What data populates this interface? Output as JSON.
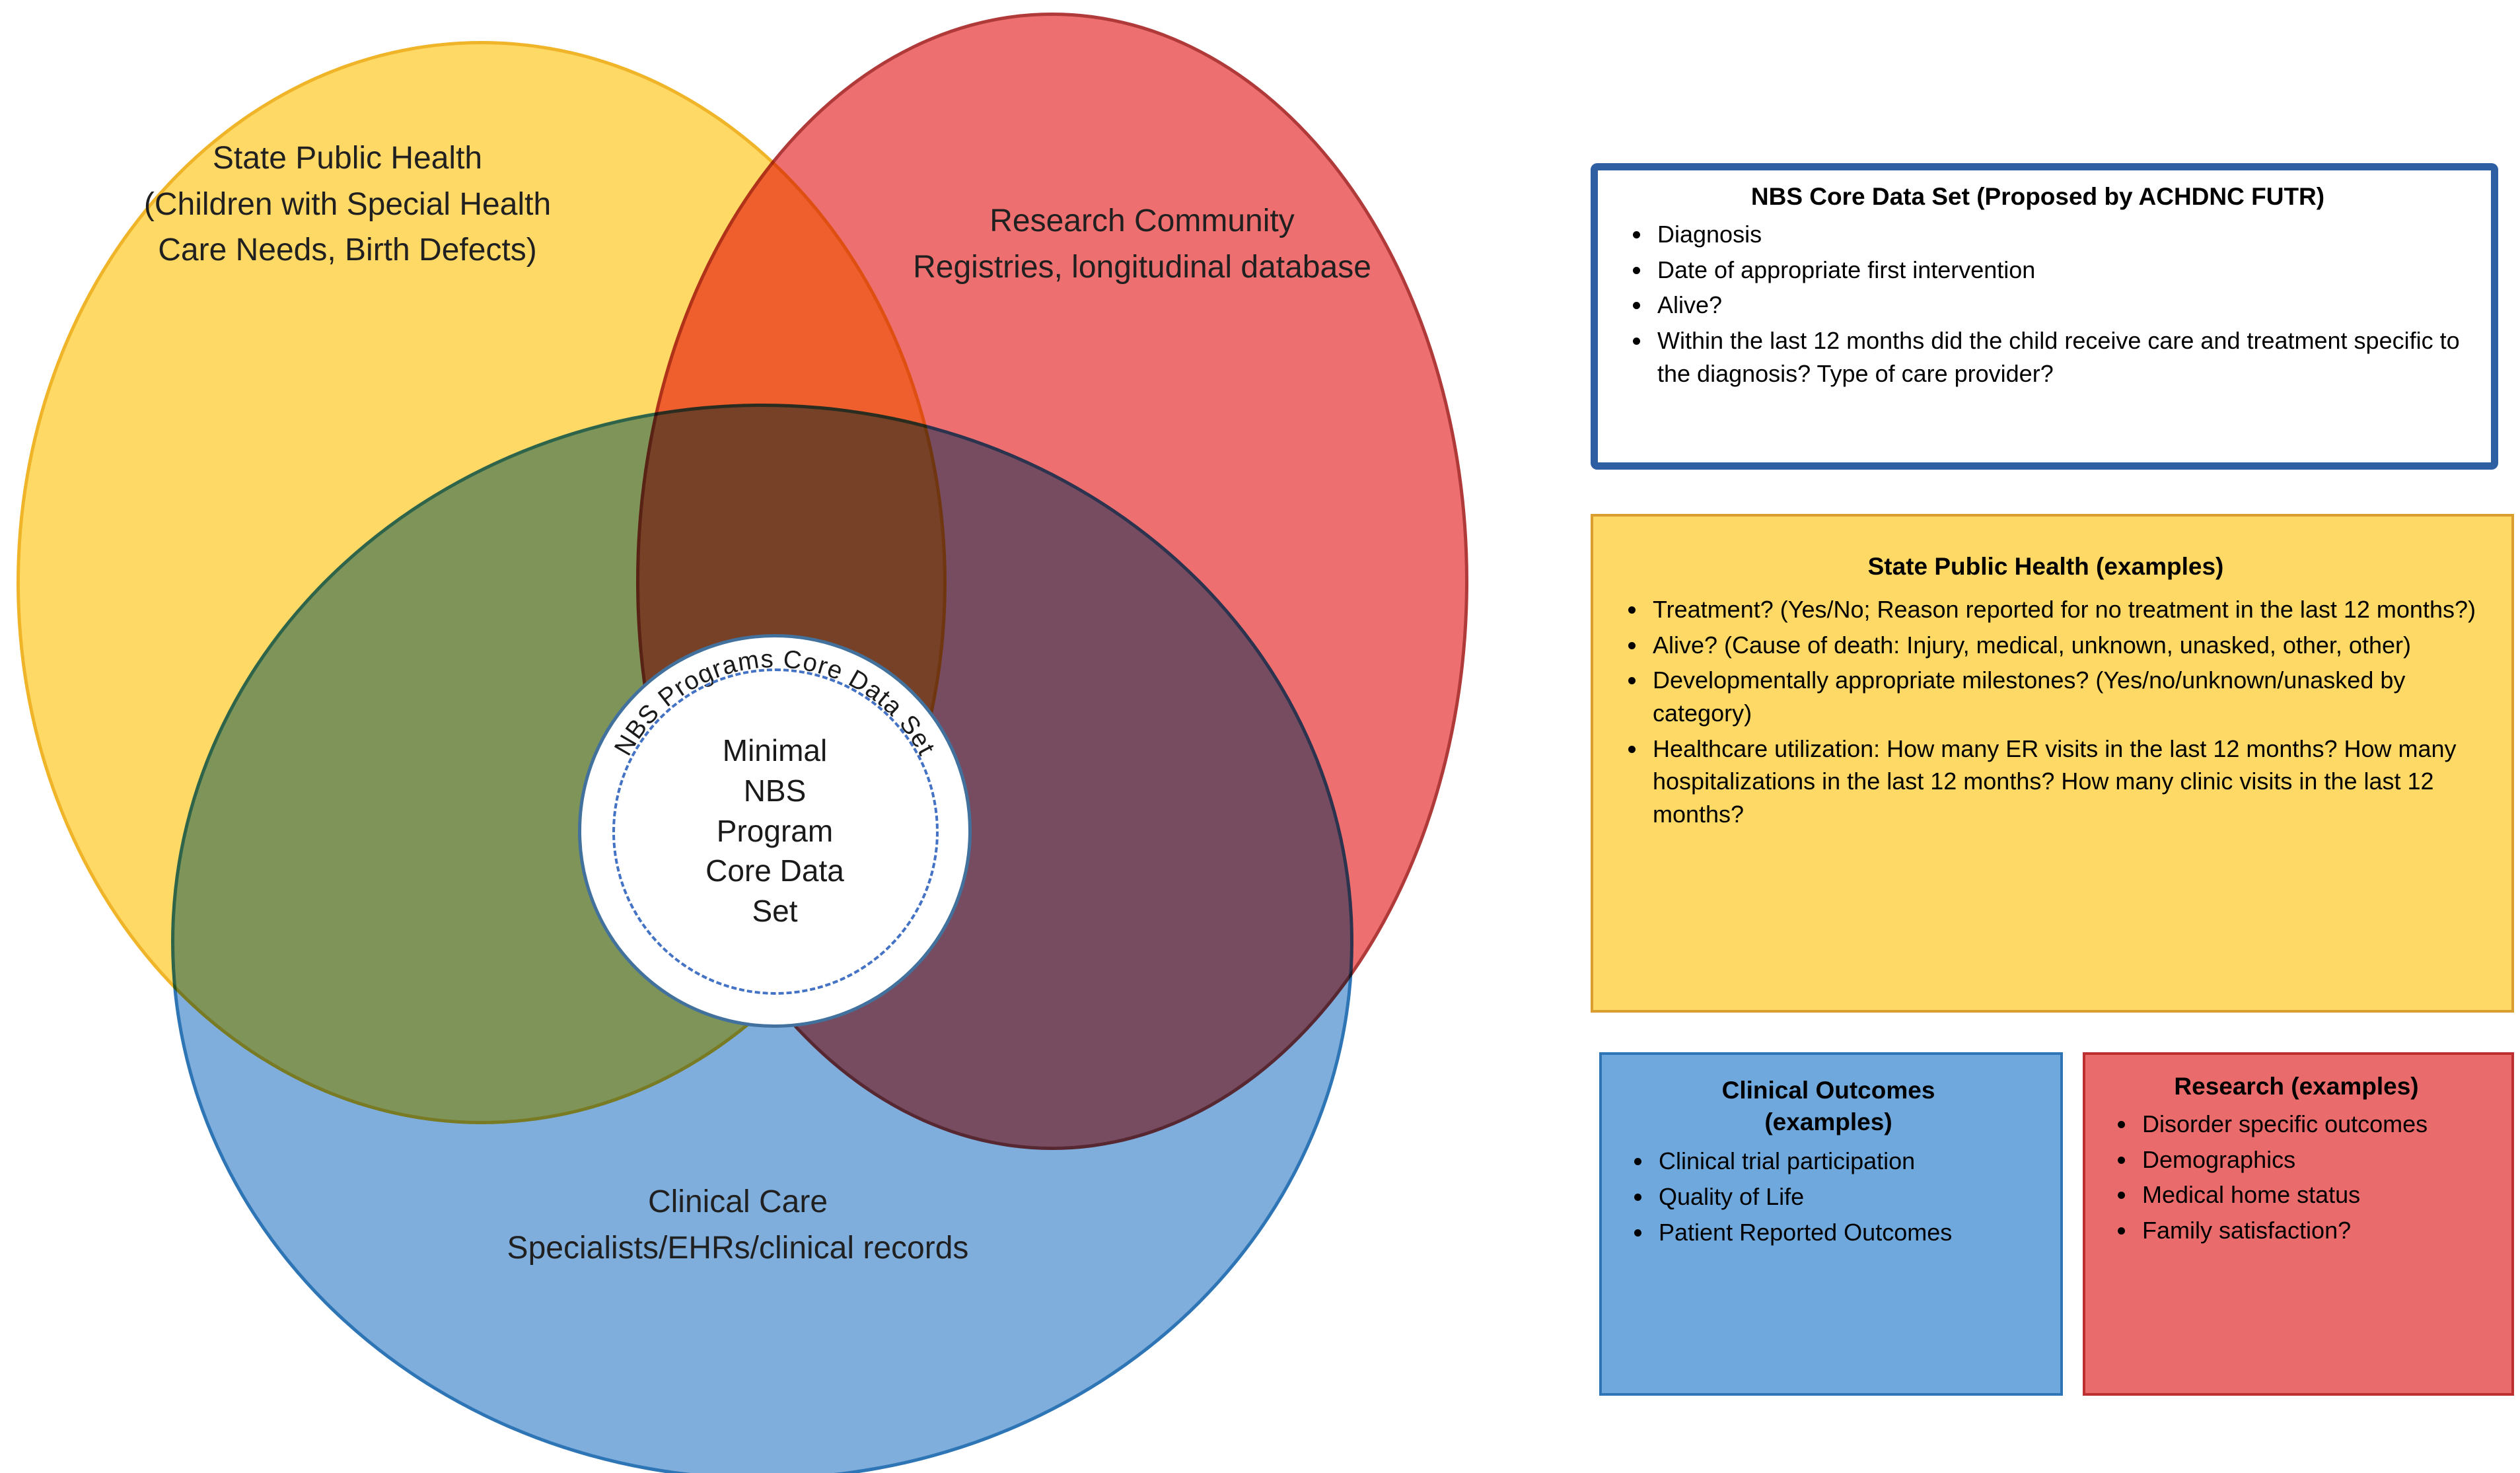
{
  "colors": {
    "state_public_health_circle": "#FFD966",
    "research_circle": "#EE6F6F",
    "clinical_circle": "#7FAEDC",
    "state_public_health_border": "#F0B429",
    "research_border": "#B03A3A",
    "clinical_border": "#2E75B6",
    "center_circle_border": "#41719C",
    "center_dashed_ring": "#4472C4",
    "nbs_core_box_border": "#2E5FA3",
    "state_box_bg": "#FFD966",
    "clinical_box_bg": "#6FA8DC",
    "research_box_bg": "#EA6B6B"
  },
  "venn": {
    "state_public_health_label": "State Public Health\n(Children with Special Health\nCare Needs, Birth Defects)",
    "research_label": "Research Community\nRegistries, longitudinal database",
    "clinical_label": "Clinical Care\nSpecialists/EHRs/clinical records",
    "center": {
      "arc_label": "NBS Programs Core Data Set",
      "core_label": "Minimal\nNBS\nProgram\nCore Data\nSet"
    }
  },
  "boxes": {
    "nbs_core": {
      "title": "NBS Core Data Set (Proposed by ACHDNC FUTR)",
      "bullets": [
        "Diagnosis",
        "Date of appropriate first intervention",
        "Alive?",
        "Within the last 12 months did the child receive care and treatment specific to the diagnosis?  Type of care provider?"
      ]
    },
    "state_public_health": {
      "title": "State Public Health (examples)",
      "bullets": [
        "Treatment? (Yes/No; Reason reported for no treatment in the last 12 months?)",
        "Alive? (Cause of death: Injury, medical, unknown, unasked, other, other)",
        "Developmentally appropriate milestones? (Yes/no/unknown/unasked by category)",
        "Healthcare utilization: How many ER visits in the last 12 months? How many hospitalizations in the last 12 months? How many clinic visits in the last 12 months?"
      ]
    },
    "clinical_outcomes": {
      "title": "Clinical Outcomes\n(examples)",
      "bullets": [
        "Clinical trial participation",
        "Quality of Life",
        "Patient Reported Outcomes"
      ]
    },
    "research": {
      "title": "Research (examples)",
      "bullets": [
        "Disorder specific outcomes",
        "Demographics",
        "Medical home status",
        "Family satisfaction?"
      ]
    }
  }
}
